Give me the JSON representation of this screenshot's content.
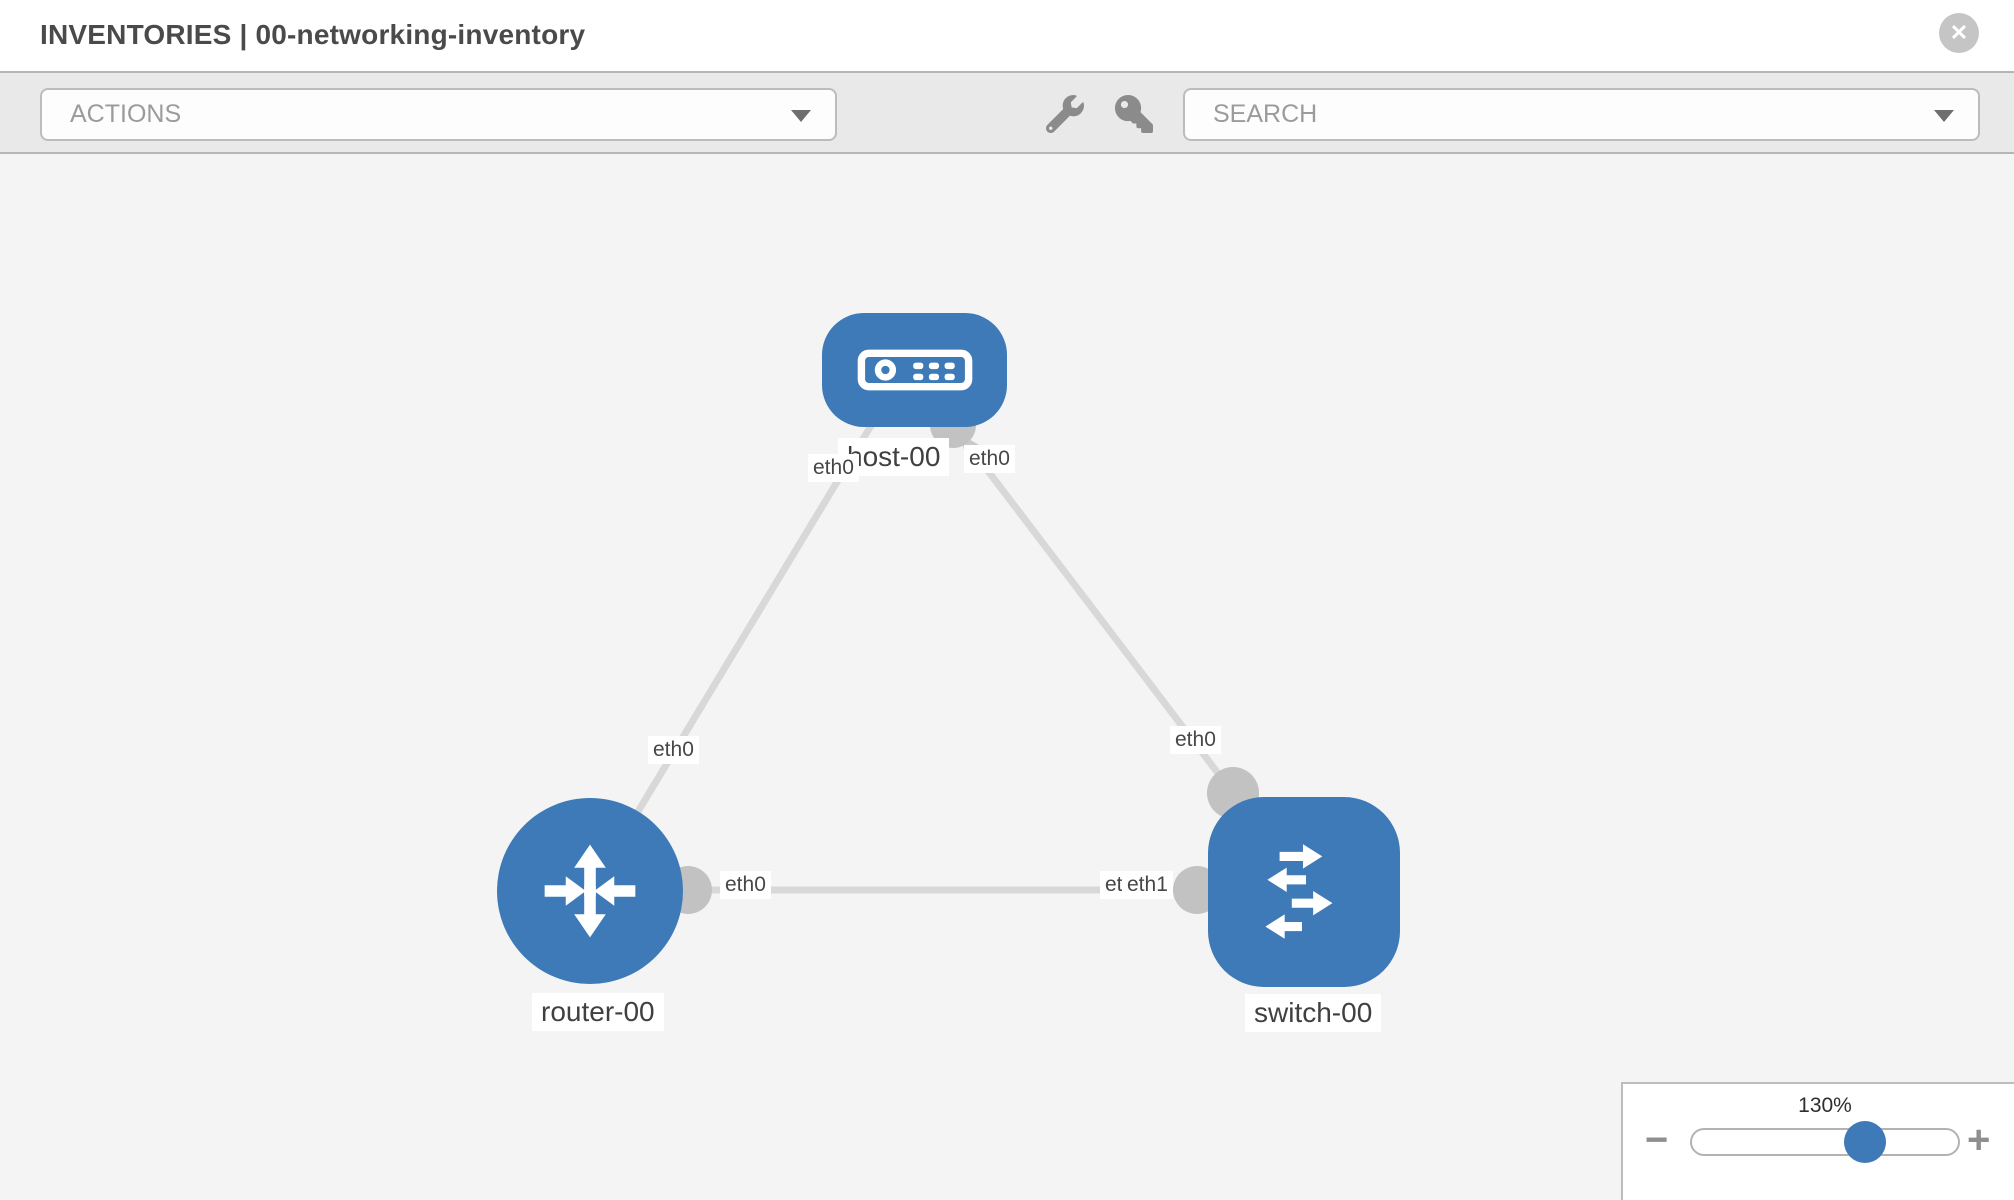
{
  "header": {
    "title": "INVENTORIES | 00-networking-inventory",
    "close_icon": "✕"
  },
  "toolbar": {
    "actions_label": "ACTIONS",
    "search_label": "SEARCH",
    "icons": [
      "wrench-icon",
      "key-icon"
    ]
  },
  "topology": {
    "nodes": [
      {
        "id": "host-00",
        "type": "host",
        "label": "host-00"
      },
      {
        "id": "router-00",
        "type": "router",
        "label": "router-00"
      },
      {
        "id": "switch-00",
        "type": "switch",
        "label": "switch-00"
      }
    ],
    "links": [
      {
        "from": "router-00",
        "to": "host-00",
        "from_interface": "eth0",
        "to_interface": "eth0"
      },
      {
        "from": "host-00",
        "to": "switch-00",
        "from_interface": "eth0",
        "to_interface": "eth0"
      },
      {
        "from": "router-00",
        "to": "switch-00",
        "from_interface": "eth0",
        "to_interface": "eth1"
      }
    ],
    "interface_labels": [
      {
        "id": "host-left",
        "text": "eth0"
      },
      {
        "id": "host-right",
        "text": "eth0"
      },
      {
        "id": "link-router-host",
        "text": "eth0"
      },
      {
        "id": "switch-top",
        "text": "eth0"
      },
      {
        "id": "router-right",
        "text": "eth0"
      },
      {
        "id": "switch-left-under",
        "text": "eth0"
      },
      {
        "id": "switch-left",
        "text": "eth1"
      }
    ]
  },
  "zoom_control": {
    "level": "130%",
    "minus_label": "−",
    "plus_label": "+"
  },
  "colors": {
    "node_blue": "#3d7ab7",
    "link_gray": "#d8d8d8",
    "connector_gray": "#c2c2c2",
    "canvas_bg": "#f4f4f4",
    "toolbar_bg": "#e9e9e9"
  }
}
